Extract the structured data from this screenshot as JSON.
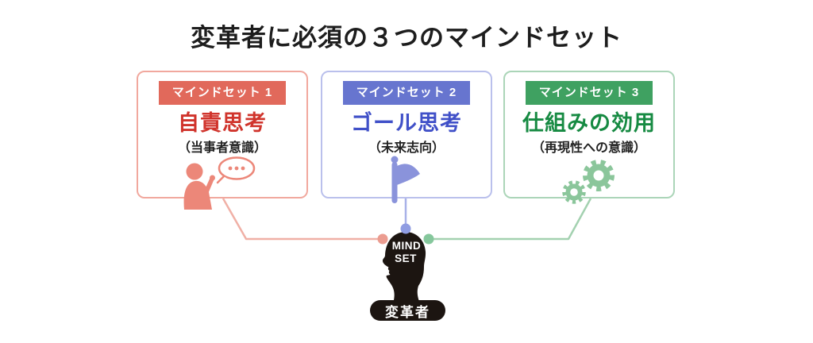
{
  "title": "変革者に必須の３つのマインドセット",
  "mindsets": [
    {
      "badge": "マインドセット 1",
      "name": "自責思考",
      "subtitle": "（当事者意識）",
      "icon": "person-speech-bubble-icon",
      "colors": {
        "badge_bg": "#e1695b",
        "name": "#d0342c",
        "border": "#f1a89e",
        "icon": "#ec8779",
        "line": "#f0b0a6",
        "dot": "#eb9c90"
      }
    },
    {
      "badge": "マインドセット 2",
      "name": "ゴール思考",
      "subtitle": "（未来志向）",
      "icon": "flag-icon",
      "colors": {
        "badge_bg": "#6775cf",
        "name": "#4050c8",
        "border": "#bac0ec",
        "icon": "#8a93db",
        "line": "#a8b1e8",
        "dot": "#8f9ce2"
      }
    },
    {
      "badge": "マインドセット 3",
      "name": "仕組みの効用",
      "subtitle": "（再現性への意識）",
      "icon": "gears-icon",
      "colors": {
        "badge_bg": "#3fa161",
        "name": "#168a42",
        "border": "#abd5b8",
        "icon": "#8bc69b",
        "line": "#a3d1b0",
        "dot": "#85c79c"
      }
    }
  ],
  "center": {
    "head_word_1": "MIND",
    "head_word_2": "SET",
    "figure_label": "変革者",
    "head_color": "#1c1511",
    "label_bg": "#1c1511"
  }
}
